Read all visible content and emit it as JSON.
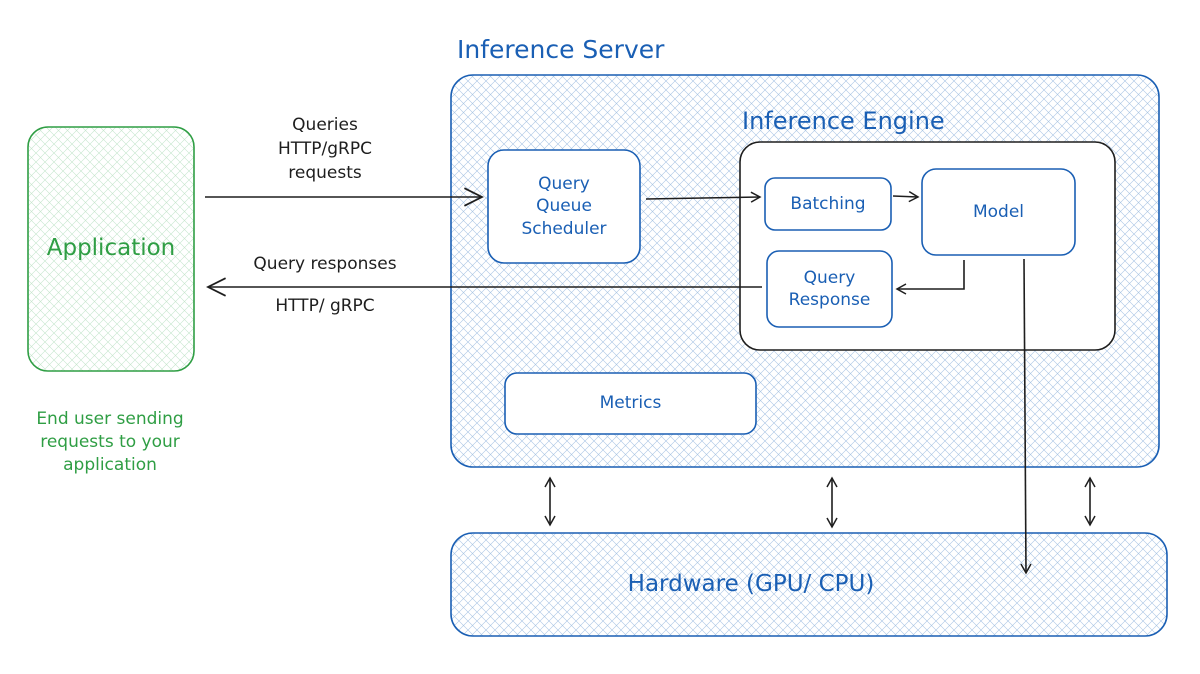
{
  "server": {
    "title": "Inference Server"
  },
  "engine": {
    "title": "Inference Engine"
  },
  "application": {
    "label": "Application",
    "caption": "End user sending\nrequests to your\napplication"
  },
  "edges": {
    "queries_label": "Queries\nHTTP/gRPC\nrequests",
    "responses_label": "Query responses",
    "responses_protocol": "HTTP/ gRPC"
  },
  "nodes": {
    "queue_scheduler": "Query\nQueue\nScheduler",
    "batching": "Batching",
    "model": "Model",
    "query_response": "Query\nResponse",
    "metrics": "Metrics",
    "hardware": "Hardware (GPU/ CPU)"
  },
  "colors": {
    "blue": "#1a5fb4",
    "green": "#2f9e44",
    "dark": "#1e1e1e"
  }
}
